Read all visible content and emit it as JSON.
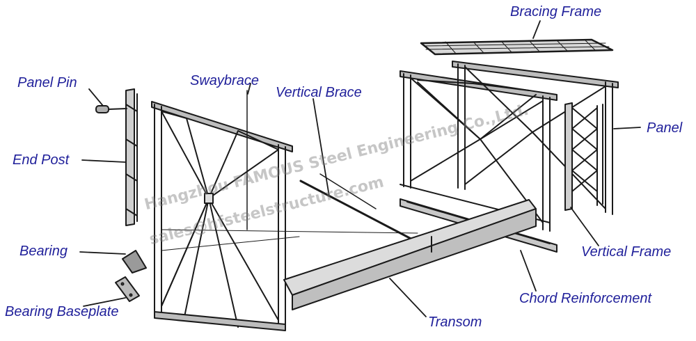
{
  "labels": {
    "bracing_frame": "Bracing Frame",
    "panel_pin": "Panel Pin",
    "swaybrace": "Swaybrace",
    "vertical_brace": "Vertical Brace",
    "panel": "Panel",
    "end_post": "End Post",
    "bearing": "Bearing",
    "bearing_baseplate": "Bearing Baseplate",
    "vertical_frame": "Vertical Frame",
    "chord_reinforcement": "Chord Reinforcement",
    "transom": "Transom"
  },
  "watermark": {
    "company": "Hangzhou FAMOUS Steel Engineering Co.,Ltd.",
    "email": "sales@hfsteelstructure.com"
  },
  "colors": {
    "label_text": "#1f1f9a",
    "line_art": "#1a1a1a",
    "watermark": "#8a8a8a"
  }
}
